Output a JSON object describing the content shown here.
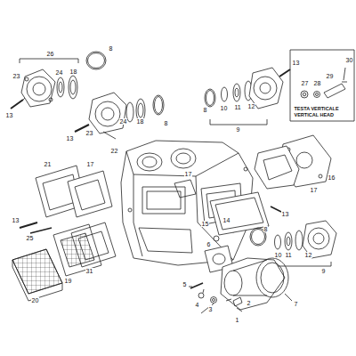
{
  "diagram": {
    "labels": [
      "26",
      "23",
      "24",
      "18",
      "8",
      "13",
      "13",
      "23",
      "24",
      "18",
      "8",
      "22",
      "13",
      "8",
      "10",
      "11",
      "12",
      "9",
      "27",
      "28",
      "29",
      "30",
      "TESTA VERTICALE",
      "VERTICAL HEAD",
      "16",
      "17",
      "17",
      "21",
      "17",
      "13",
      "25",
      "13",
      "14",
      "15",
      "8",
      "6",
      "10",
      "11",
      "12",
      "9",
      "20",
      "19",
      "31",
      "7",
      "5",
      "4",
      "3",
      "2",
      "1"
    ]
  }
}
